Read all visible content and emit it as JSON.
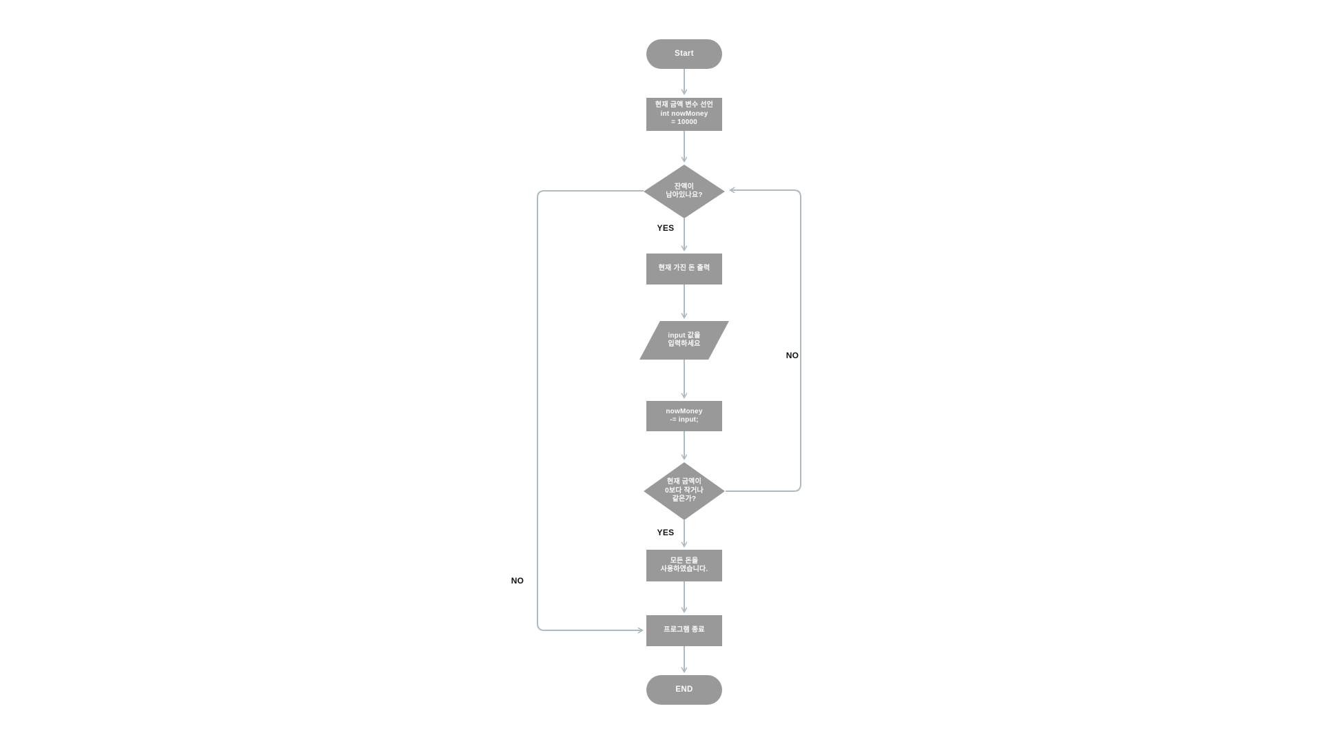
{
  "diagram": {
    "description": "Flowchart of a money-spending loop program",
    "colors": {
      "shape_fill": "#999999",
      "shape_text": "#fafafa",
      "connector": "#adbac2",
      "branch_label_text": "#111111",
      "background": "#ffffff"
    },
    "nodes": {
      "start": {
        "type": "terminal",
        "label": "Start"
      },
      "declare": {
        "type": "process",
        "line1": "현재 금액 변수 선언",
        "line2": "int nowMoney",
        "line3": "= 10000"
      },
      "balance_check": {
        "type": "decision",
        "line1": "잔액이",
        "line2": "남아있나요?"
      },
      "print_money": {
        "type": "process",
        "line1": "현재 가진 돈 출력"
      },
      "input_value": {
        "type": "input",
        "line1": "input 값을",
        "line2": "입력하세요"
      },
      "subtract": {
        "type": "process",
        "line1": "nowMoney",
        "line2": "-= input;"
      },
      "zero_check": {
        "type": "decision",
        "line1": "현재 금액이",
        "line2": "0보다 작거나",
        "line3": "같은가?"
      },
      "all_used": {
        "type": "process",
        "line1": "모든 돈을",
        "line2": "사용하였습니다."
      },
      "program_end": {
        "type": "process",
        "line1": "프로그램 종료"
      },
      "end": {
        "type": "terminal",
        "label": "END"
      }
    },
    "branch_labels": {
      "yes_balance": "YES",
      "yes_zero": "YES",
      "no_balance": "NO",
      "no_zero": "NO"
    }
  }
}
